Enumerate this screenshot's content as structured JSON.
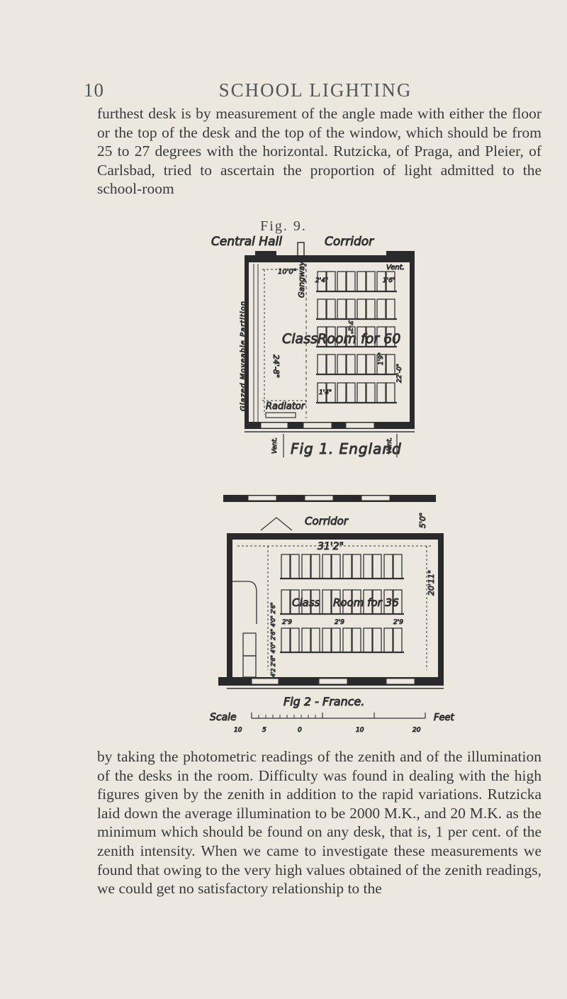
{
  "header": {
    "page_number": "10",
    "running_title": "SCHOOL LIGHTING"
  },
  "paragraphs": {
    "top": "furthest desk is by measurement of the angle made with either the floor or the top of the desk and the top of the window, which should be from 25 to 27 degrees with the horizontal. Rutzicka, of Praga, and Pleier, of Carlsbad, tried to ascertain the proportion of light admitted to the school-room",
    "bottom": "by taking the photometric readings of the zenith and of the illumination of the desks in the room. Difficulty was found in dealing with the high figures given by the zenith in addition to the rapid variations. Rutzicka laid down the average illumina­tion to be 2000 M.K., and 20 M.K. as the minimum which should be found on any desk, that is, 1 per cent. of the zenith intensity. When we came to investigate these measurements we found that owing to the very high values obtained of the zenith readings, we could get no satisfactory relationship to the"
  },
  "figure": {
    "caption": "Fig. 9.",
    "england": {
      "title": "Fig 1. England",
      "central_hall": "Central Hall",
      "corridor": "Corridor",
      "partition": "Glazed Moveable Partition",
      "gangway": "Gangway",
      "vent_top": "Vent.",
      "vent_left": "Vent.",
      "vent_right": "Vent.",
      "class_label": "Class",
      "room_label": "Room for 60",
      "radiator": "Radiator",
      "dim_width": "24'-8\"",
      "dim_length": "22'-0\"",
      "dim_top": "10'0\"",
      "dim_desk_a": "2'4\"",
      "dim_desk_b": "1'6\"",
      "dim_desk_c": "1'4\"",
      "dim_desk_d": "1'9\"",
      "dim_desk_e": "3'-2\""
    },
    "france": {
      "title": "Fig 2 - France.",
      "corridor": "Corridor",
      "class_label": "Class",
      "room_label": "Room for 36",
      "dim_length": "31'2\"",
      "dim_width": "20'11\"",
      "dim_side": "4'2 2'6\" 4'0\" 2'6\" 4'0\" 2'6\"",
      "dim_corr": "5'0\"",
      "dim_gap_a": "2'9",
      "dim_gap_b": "2'9",
      "dim_gap_c": "2'9"
    },
    "scale": {
      "label": "Scale",
      "unit": "Feet",
      "ticks": [
        "10",
        "5",
        "0",
        "10",
        "20"
      ]
    }
  },
  "colors": {
    "paper": "#ece8e0",
    "ink": "#3a3a3a",
    "wall": "#2a2a2a"
  }
}
